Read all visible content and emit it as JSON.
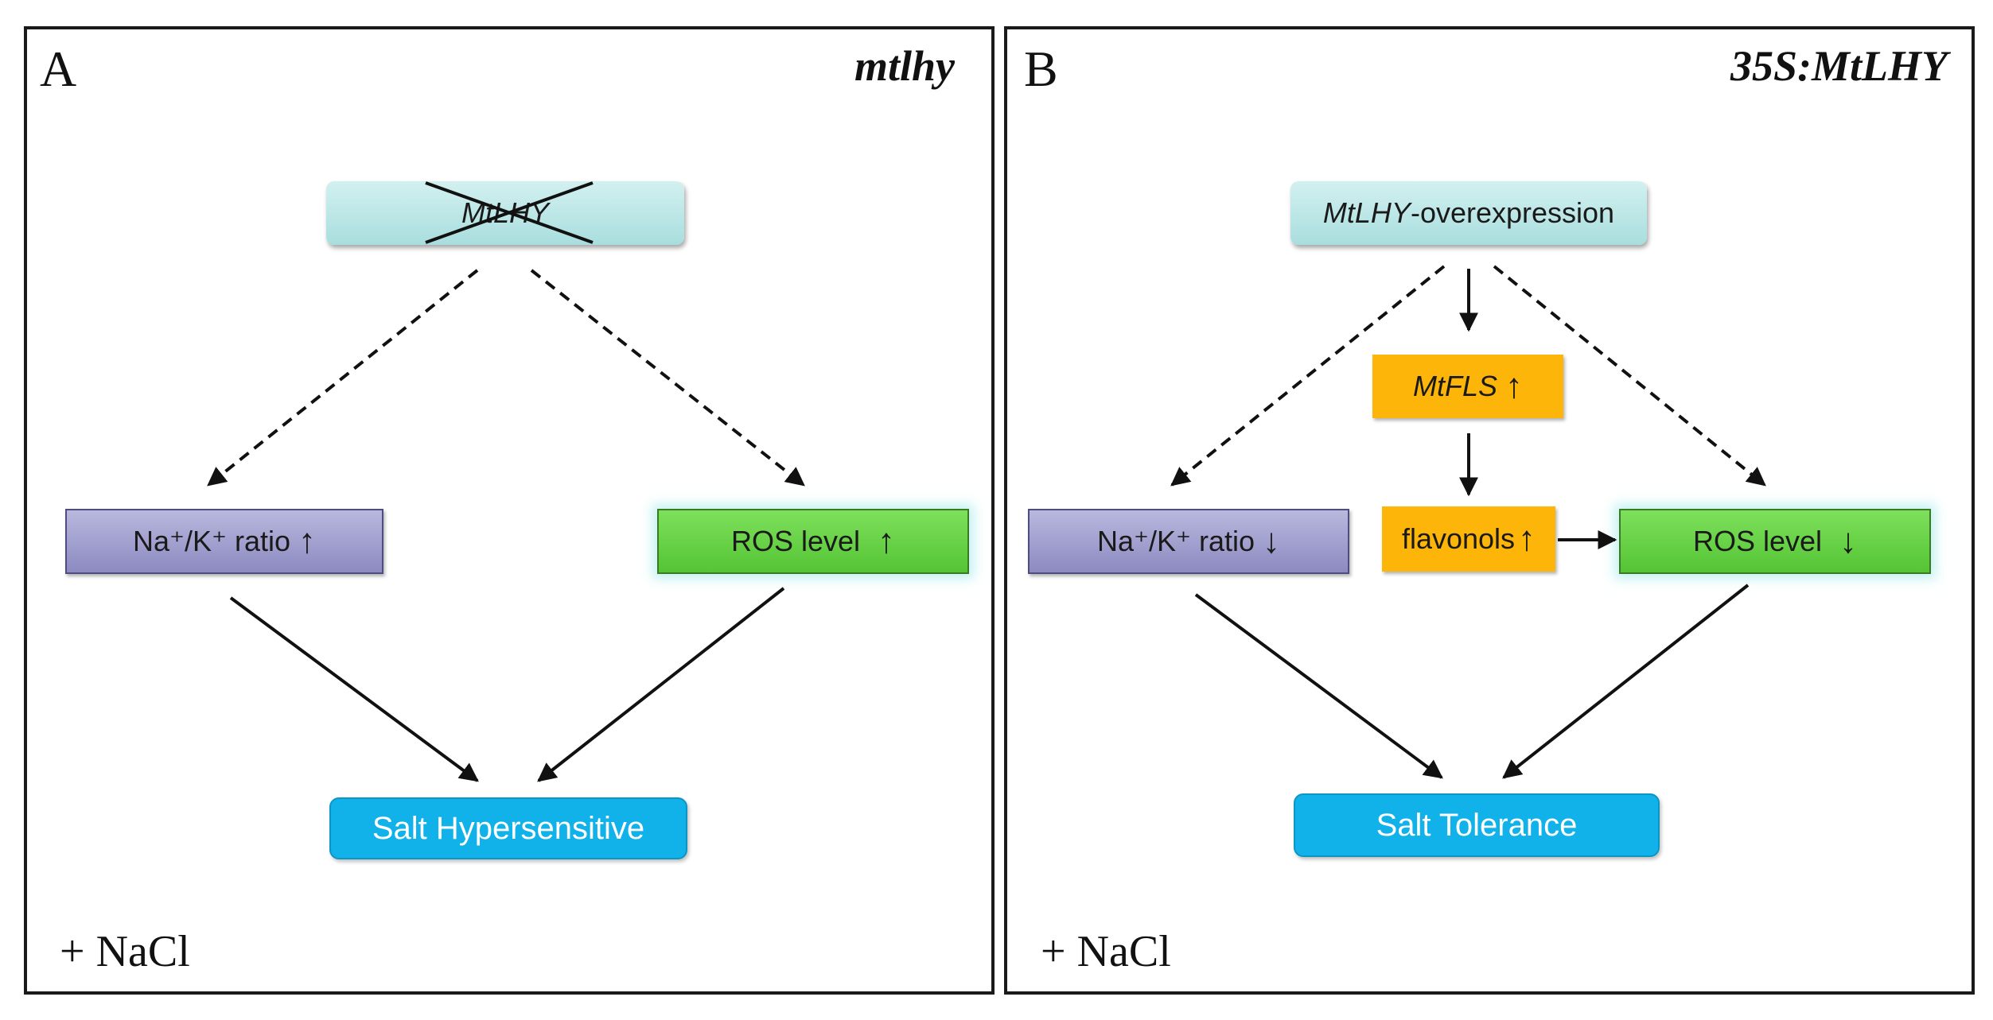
{
  "panels": [
    {
      "letter": "A",
      "title": "mtlhy",
      "condition": "+ NaCl",
      "gene": "MtLHY",
      "left_node": {
        "label": "Na⁺/K⁺ ratio",
        "arrow": "↑"
      },
      "right_node": {
        "label": "ROS level",
        "arrow": "↑"
      },
      "outcome": "Salt Hypersensitive"
    },
    {
      "letter": "B",
      "title": "35S:MtLHY",
      "condition": "+ NaCl",
      "gene_italic": "MtLHY",
      "gene_suffix": "-overexpression",
      "left_node": {
        "label": "Na⁺/K⁺ ratio",
        "arrow": "↓"
      },
      "mid_node": {
        "label": "MtFLS",
        "arrow": "↑"
      },
      "flavonols_node": {
        "label": "flavonols",
        "arrow": "↑"
      },
      "right_node": {
        "label": "ROS level",
        "arrow": "↓"
      },
      "outcome": "Salt Tolerance"
    }
  ]
}
